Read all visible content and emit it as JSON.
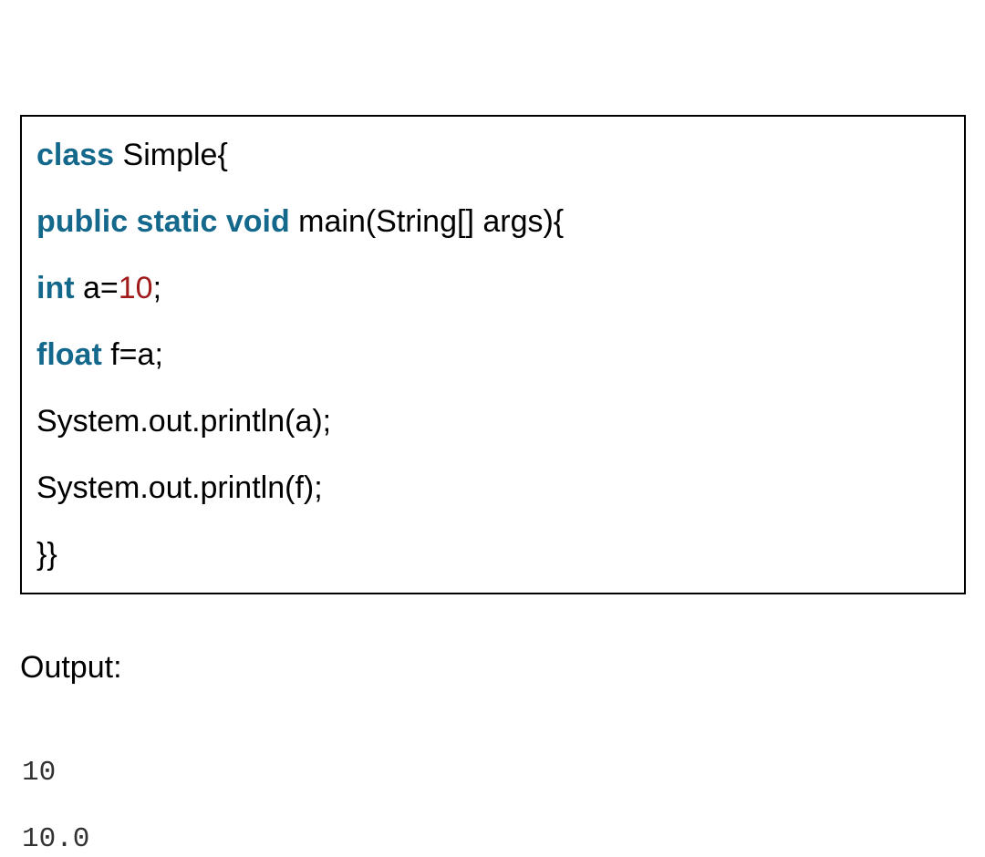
{
  "code": {
    "line1": {
      "keyword": "class",
      "rest": " Simple{"
    },
    "line2": {
      "keyword": "public static void",
      "rest": " main(String[] args){"
    },
    "line3": {
      "keyword": "int",
      "pre": " a=",
      "number": "10",
      "post": ";"
    },
    "line4": {
      "keyword": "float",
      "rest": " f=a;"
    },
    "line5": {
      "text": "System.out.println(a);"
    },
    "line6": {
      "text": "System.out.println(f);"
    },
    "line7": {
      "text": "}}"
    }
  },
  "output": {
    "label": "Output:",
    "lines": [
      "10",
      "10.0"
    ]
  }
}
